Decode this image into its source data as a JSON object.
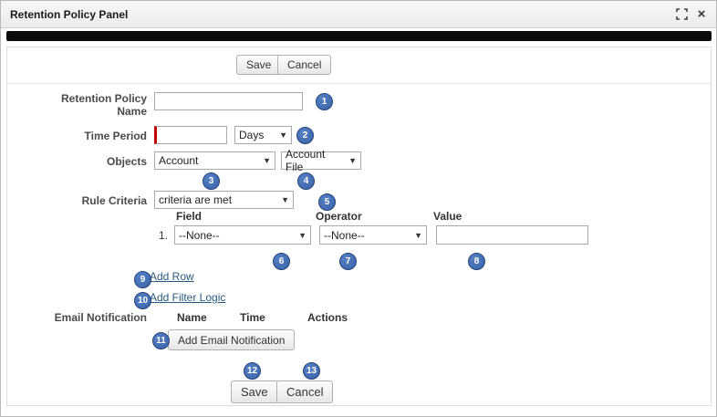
{
  "window": {
    "title": "Retention Policy Panel"
  },
  "toolbar_top": {
    "save": "Save",
    "cancel": "Cancel"
  },
  "form": {
    "retention_policy_name": {
      "label": "Retention Policy Name",
      "value": ""
    },
    "time_period": {
      "label": "Time Period",
      "value": "",
      "unit_selected": "Days"
    },
    "objects": {
      "label": "Objects",
      "object_selected": "Account",
      "file_selected": "Account File"
    },
    "rule_criteria": {
      "label": "Rule Criteria",
      "selected": "criteria are met"
    },
    "criteria_table": {
      "headers": [
        "Field",
        "Operator",
        "Value"
      ],
      "rows": [
        {
          "index": "1.",
          "field": "--None--",
          "operator": "--None--",
          "value": ""
        }
      ]
    },
    "links": {
      "add_row": "Add Row",
      "add_filter_logic": "Add Filter Logic"
    },
    "email_notification": {
      "label": "Email Notification",
      "headers": [
        "Name",
        "Time",
        "Actions"
      ],
      "add_button": "Add Email Notification"
    }
  },
  "footer": {
    "save": "Save",
    "cancel": "Cancel"
  },
  "badges": [
    "1",
    "2",
    "3",
    "4",
    "5",
    "6",
    "7",
    "8",
    "9",
    "10",
    "11",
    "12",
    "13"
  ],
  "icons": {
    "dropdown_arrow": "▼",
    "close": "×"
  },
  "colors": {
    "badge_fill": "#3a63a8",
    "required_marker": "#c00000",
    "header_bar": "#0b0b0b"
  }
}
